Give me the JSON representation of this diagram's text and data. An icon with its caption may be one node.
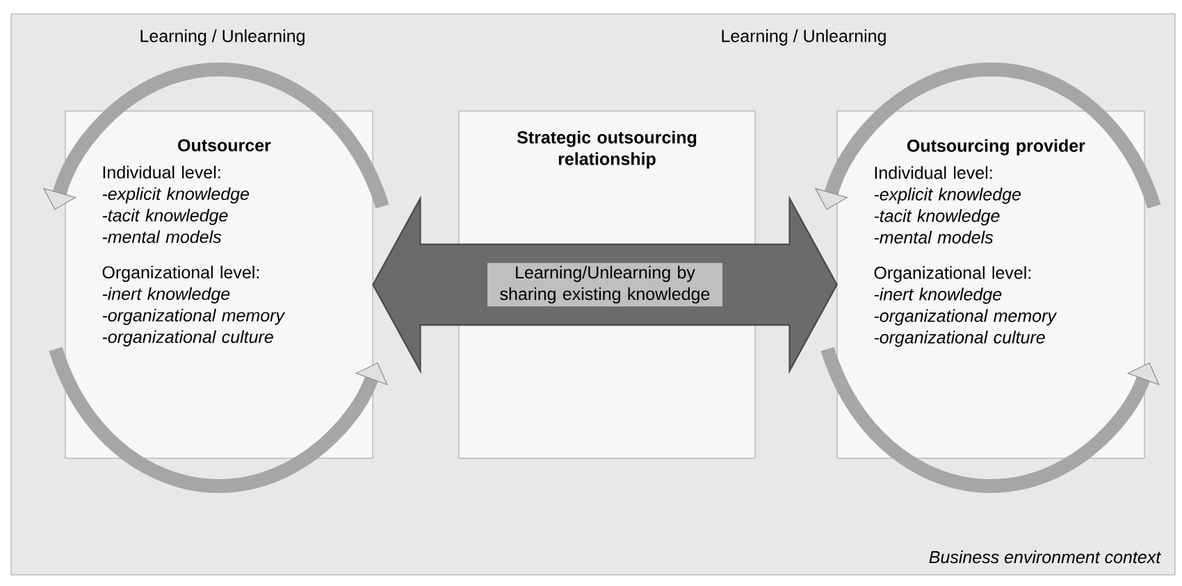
{
  "diagram": {
    "nodes": [
      {
        "text": [
          "Business environment context"
        ]
      },
      {
        "text": [
          "Outsourcer",
          "Individual level:",
          "-explicit knowledge",
          "-tacit knowledge",
          "-mental models",
          "Organizational level:",
          "-inert knowledge",
          "-organizational memory",
          "-organizational culture"
        ],
        "in": 0
      },
      {
        "text": [
          "Strategic outsourcing relationship"
        ],
        "in": 0
      },
      {
        "text": [
          "Outsourcing provider",
          "Individual level:",
          "-explicit knowledge",
          "-tacit knowledge",
          "-mental models",
          "Organizational level:",
          "-inert knowledge",
          "-organizational memory",
          "-organizational culture"
        ],
        "in": 0
      }
    ],
    "edges": [
      {
        "from": 1,
        "to": 3,
        "arrow": "both",
        "label": "Learning/Unlearning by sharing existing knowledge",
        "style": "thick"
      }
    ],
    "labels": [
      "Learning / Unlearning",
      "Learning / Unlearning"
    ]
  }
}
